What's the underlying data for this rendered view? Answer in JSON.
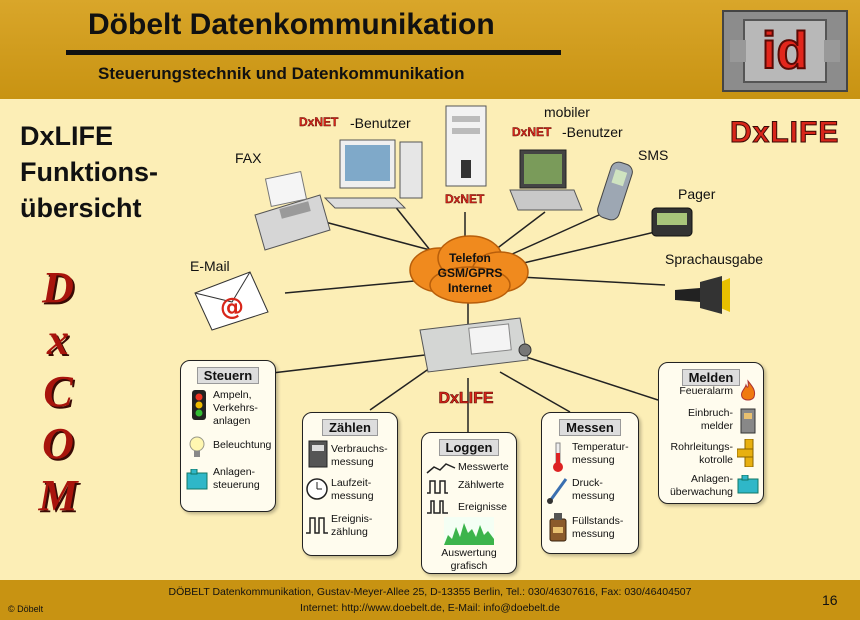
{
  "header": {
    "title": "Döbelt Datenkommunikation",
    "subtitle": "Steuerungstechnik und Datenkommunikation",
    "logo_text": "id"
  },
  "slide": {
    "title_line1": "DxLIFE",
    "title_line2": "Funktions-",
    "title_line3": "übersicht",
    "dxlife_logo": "DxLIFE",
    "dxcom_letters": [
      "D",
      "x",
      "C",
      "O",
      "M"
    ]
  },
  "hub": {
    "line1": "Telefon",
    "line2": "GSM/GPRS",
    "line3": "Internet"
  },
  "device_label": "DxLIFE",
  "endpoints": {
    "fax": "FAX",
    "email": "E-Mail",
    "dxnet_user_badge": "DxNET",
    "dxnet_user": "-Benutzer",
    "server_badge": "DxNET",
    "mobile_top": "mobiler",
    "mobile_badge": "DxNET",
    "mobile_user": "-Benutzer",
    "sms": "SMS",
    "pager": "Pager",
    "speech": "Sprachausgabe"
  },
  "boxes": {
    "steuern": {
      "title": "Steuern",
      "items": [
        "Ampeln,\nVerkehrs-\nanlagen",
        "Beleuchtung",
        "Anlagen-\nsteuerung"
      ]
    },
    "zaehlen": {
      "title": "Zählen",
      "items": [
        "Verbrauchs-\nmessung",
        "Laufzeit-\nmessung",
        "Ereignis-\nzählung"
      ]
    },
    "loggen": {
      "title": "Loggen",
      "items": [
        "Messwerte",
        "Zählwerte",
        "Ereignisse",
        "Auswertung\ngrafisch"
      ]
    },
    "messen": {
      "title": "Messen",
      "items": [
        "Temperatur-\nmessung",
        "Druck-\nmessung",
        "Füllstands-\nmessung"
      ]
    },
    "melden": {
      "title": "Melden",
      "items": [
        "Feueralarm",
        "Einbruch-\nmelder",
        "Rohrleitungs-\nkotrolle",
        "Anlagen-\nüberwachung"
      ]
    }
  },
  "footer": {
    "line1": "DÖBELT Datenkommunikation, Gustav-Meyer-Allee 25, D-13355 Berlin, Tel.: 030/46307616, Fax: 030/46404507",
    "line2": "Internet: http://www.doebelt.de, E-Mail: info@doebelt.de",
    "copyright": "© Döbelt",
    "page": "16"
  },
  "colors": {
    "header": "#C89312",
    "background": "#FCEEB6",
    "accent_red": "#D8261A",
    "cloud": "#F08A1E"
  }
}
